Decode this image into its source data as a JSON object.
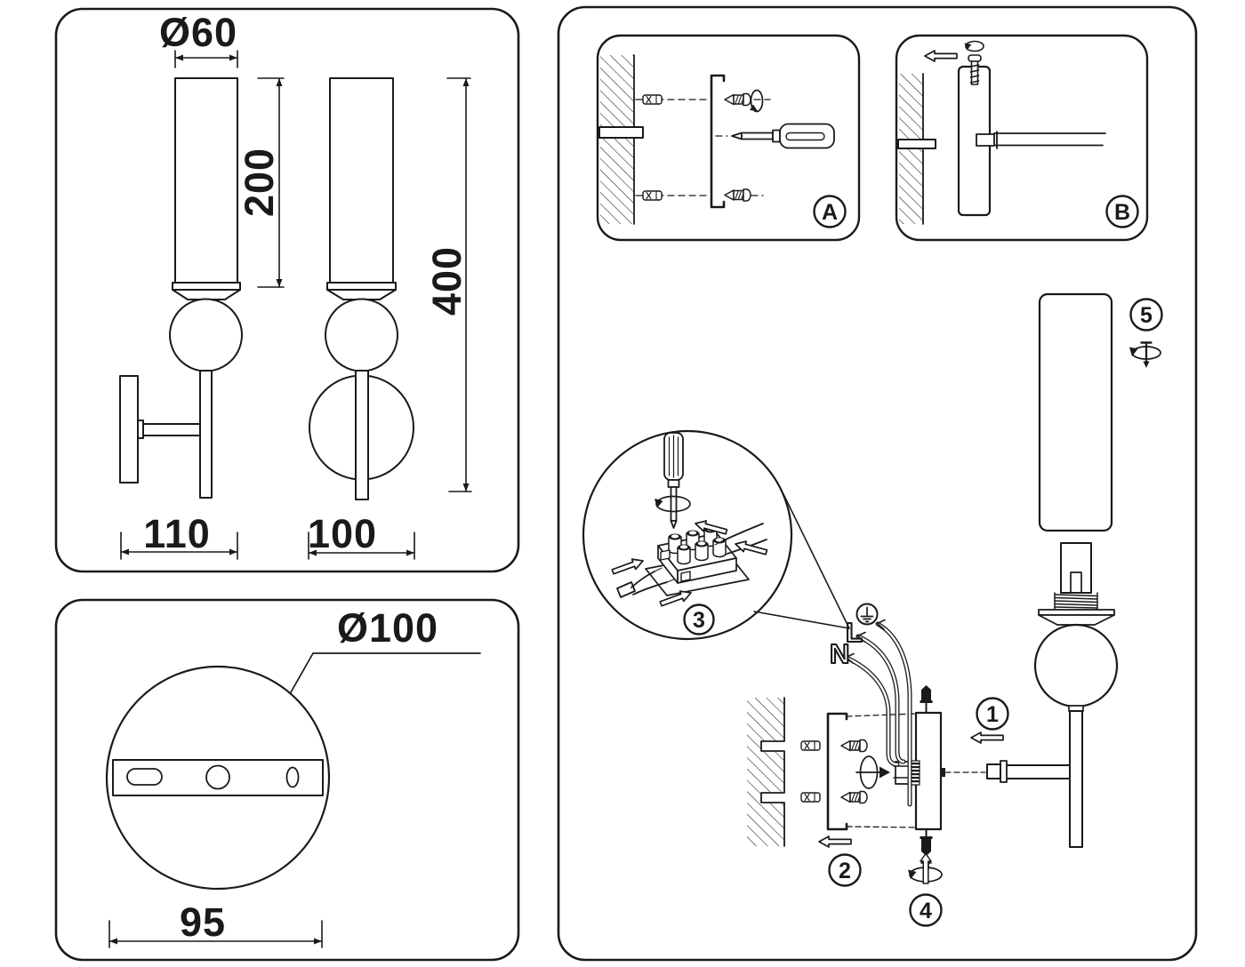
{
  "colors": {
    "line": "#1a1a1a",
    "background": "#ffffff"
  },
  "dimensions_panel": {
    "shade_diameter": "Ø60",
    "shade_height": "200",
    "total_height": "400",
    "side_projection": "110",
    "front_width": "100"
  },
  "base_panel": {
    "base_diameter": "Ø100",
    "mount_hole_spacing": "95"
  },
  "installation_panel": {
    "inset_a_label": "A",
    "inset_b_label": "B",
    "step_1": "1",
    "step_2": "2",
    "step_3": "3",
    "step_4": "4",
    "step_5": "5",
    "wire_live": "L",
    "wire_neutral": "N"
  }
}
